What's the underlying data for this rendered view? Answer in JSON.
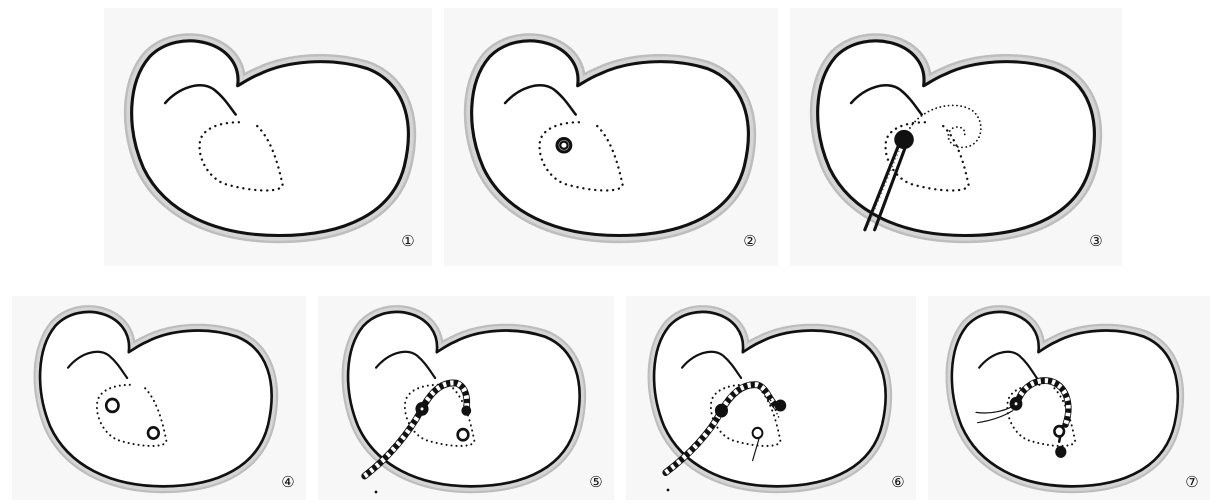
{
  "panels": [
    {
      "label": "①"
    },
    {
      "label": "②"
    },
    {
      "label": "③"
    },
    {
      "label": "④"
    },
    {
      "label": "⑤"
    },
    {
      "label": "⑥"
    },
    {
      "label": "⑦"
    }
  ]
}
